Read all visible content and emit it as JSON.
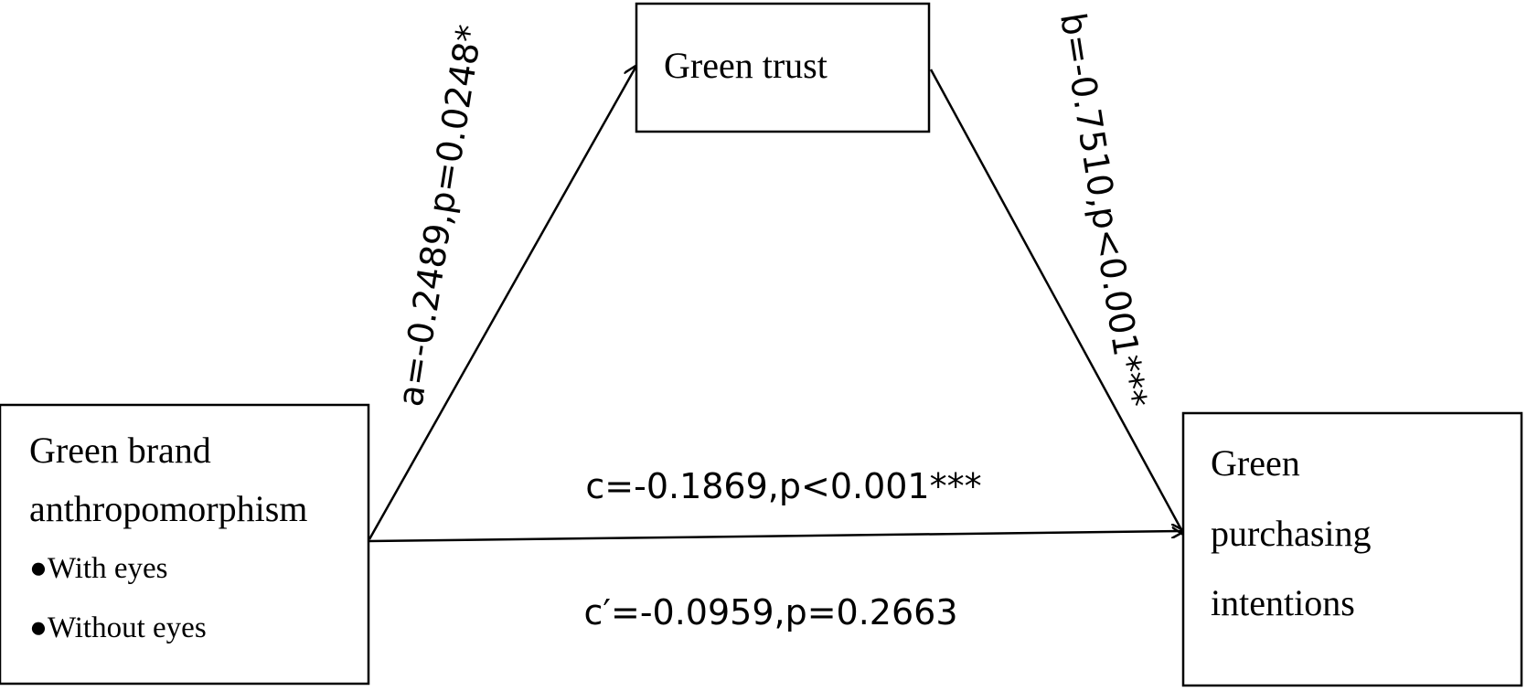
{
  "nodes": {
    "mediator": {
      "label": "Green trust"
    },
    "independent": {
      "label_lines": [
        "Green brand",
        "anthropomorphism"
      ],
      "conditions": [
        "With eyes",
        "Without eyes"
      ],
      "bullet": "●"
    },
    "dependent": {
      "label_lines": [
        "Green",
        "purchasing",
        "intentions"
      ]
    }
  },
  "paths": {
    "a": "a=-0.2489,p=0.0248*",
    "b": "b=-0.7510,p<0.001***",
    "c": "c=-0.1869,p<0.001***",
    "c_prime": "c′=-0.0959,p=0.2663"
  }
}
